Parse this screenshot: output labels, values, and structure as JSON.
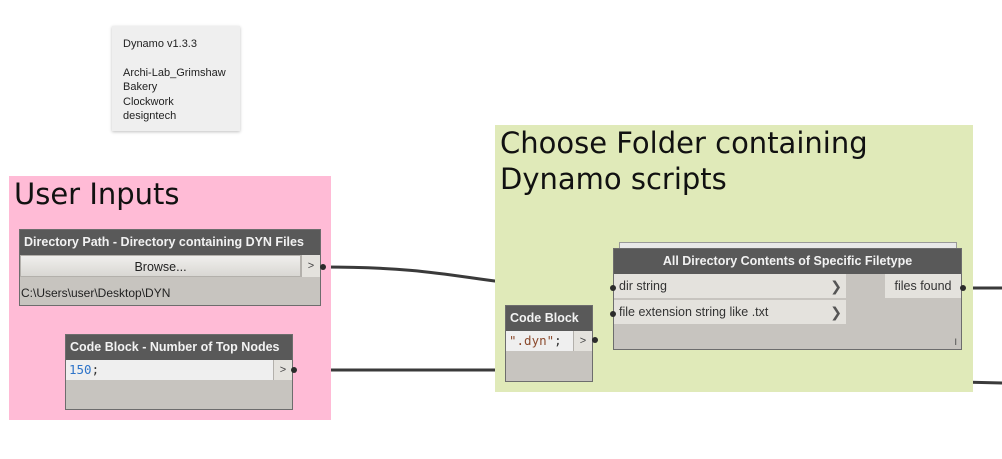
{
  "note": {
    "line1": "Dynamo v1.3.3",
    "line2": "Archi-Lab_Grimshaw",
    "line3": "Bakery",
    "line4": "Clockwork",
    "line5": "designtech"
  },
  "groups": {
    "user_inputs": {
      "title": "User Inputs",
      "color": "#ffbbd6"
    },
    "choose_folder": {
      "title": "Choose Folder containing Dynamo scripts",
      "color": "#e0eab9"
    }
  },
  "nodes": {
    "directory_path": {
      "title": "Directory Path - Directory containing DYN Files",
      "button_label": "Browse...",
      "output_port": ">",
      "path_value": "C:\\Users\\user\\Desktop\\DYN"
    },
    "code_block_top_nodes": {
      "title": "Code Block - Number of Top Nodes",
      "code_value": "150",
      "code_semicolon": ";",
      "output_port": ">"
    },
    "code_block_dyn": {
      "title": "Code Block",
      "code_value": "\".dyn\"",
      "code_semicolon": ";",
      "output_port": ">"
    },
    "all_directory_contents": {
      "title": "All Directory Contents of Specific Filetype",
      "input_1": "dir string",
      "input_2": "file extension string like .txt",
      "input_chevron": "❯",
      "output_1": "files found",
      "lacing_mark": "I"
    }
  },
  "colors": {
    "node_header": "#595959",
    "node_body": "#c7c4bf",
    "wire": "#3a3a3a",
    "number_literal": "#2e74c9",
    "string_literal": "#8b4a2d"
  }
}
